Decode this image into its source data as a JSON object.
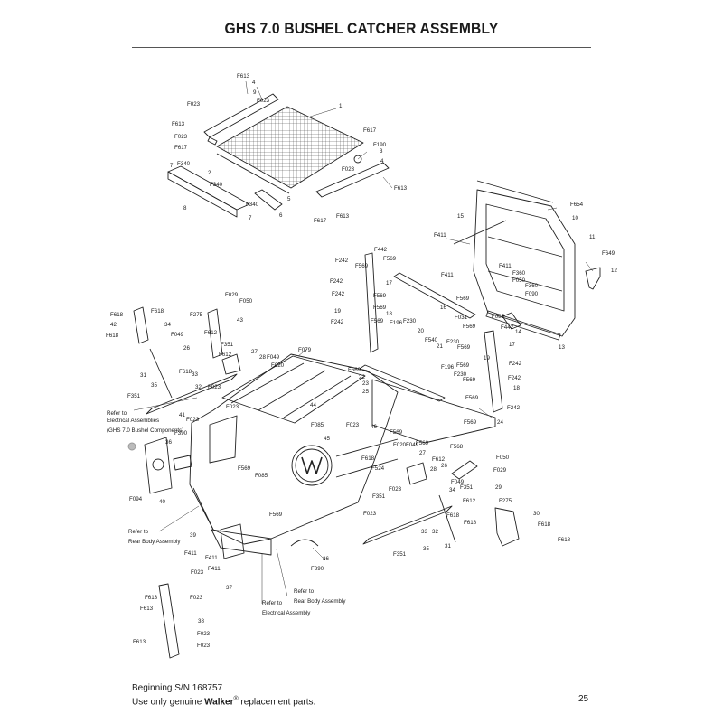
{
  "title": "GHS 7.0 BUSHEL CATCHER ASSEMBLY",
  "footer": {
    "serial": "Beginning S/N 168757",
    "note_prefix": "Use only genuine ",
    "brand": "Walker",
    "reg": "®",
    "note_suffix": " replacement parts.",
    "page": "25"
  },
  "callouts": [
    {
      "id": "c1",
      "text": "F613"
    },
    {
      "id": "c2",
      "text": "4"
    },
    {
      "id": "c3",
      "text": "9"
    },
    {
      "id": "c4",
      "text": "F023"
    },
    {
      "id": "c5",
      "text": "1"
    },
    {
      "id": "c6",
      "text": "F023"
    },
    {
      "id": "c7",
      "text": "F613"
    },
    {
      "id": "c8",
      "text": "F617"
    },
    {
      "id": "c9",
      "text": "F023"
    },
    {
      "id": "c10",
      "text": "F617"
    },
    {
      "id": "c11",
      "text": "F190"
    },
    {
      "id": "c12",
      "text": "3"
    },
    {
      "id": "c13",
      "text": "F023"
    },
    {
      "id": "c14",
      "text": "4"
    },
    {
      "id": "c15",
      "text": "7"
    },
    {
      "id": "c16",
      "text": "F340"
    },
    {
      "id": "c17",
      "text": "2"
    },
    {
      "id": "c18",
      "text": "F340"
    },
    {
      "id": "c19",
      "text": "5"
    },
    {
      "id": "c20",
      "text": "F613"
    },
    {
      "id": "c21",
      "text": "8"
    },
    {
      "id": "c22",
      "text": "F340"
    },
    {
      "id": "c23",
      "text": "6"
    },
    {
      "id": "c24",
      "text": "7"
    },
    {
      "id": "c25",
      "text": "F617"
    },
    {
      "id": "c26",
      "text": "F613"
    },
    {
      "id": "c27",
      "text": "F654"
    },
    {
      "id": "c28",
      "text": "10"
    },
    {
      "id": "c29",
      "text": "15"
    },
    {
      "id": "c30",
      "text": "F411"
    },
    {
      "id": "c31",
      "text": "11"
    },
    {
      "id": "c32",
      "text": "F649"
    },
    {
      "id": "c33",
      "text": "12"
    },
    {
      "id": "c34",
      "text": "F411"
    },
    {
      "id": "c35",
      "text": "F360"
    },
    {
      "id": "c36",
      "text": "F050"
    },
    {
      "id": "c37",
      "text": "F360"
    },
    {
      "id": "c38",
      "text": "F090"
    },
    {
      "id": "c39",
      "text": "F411"
    },
    {
      "id": "c40",
      "text": "F569"
    },
    {
      "id": "c41",
      "text": "F085"
    },
    {
      "id": "c42",
      "text": "13"
    },
    {
      "id": "c43",
      "text": "F442"
    },
    {
      "id": "c44",
      "text": "F242"
    },
    {
      "id": "c45",
      "text": "F569"
    },
    {
      "id": "c46",
      "text": "F569"
    },
    {
      "id": "c47",
      "text": "17"
    },
    {
      "id": "c48",
      "text": "F242"
    },
    {
      "id": "c49",
      "text": "F242"
    },
    {
      "id": "c50",
      "text": "F569"
    },
    {
      "id": "c51",
      "text": "16"
    },
    {
      "id": "c52",
      "text": "19"
    },
    {
      "id": "c53",
      "text": "F569"
    },
    {
      "id": "c54",
      "text": "18"
    },
    {
      "id": "c55",
      "text": "F242"
    },
    {
      "id": "c56",
      "text": "F569"
    },
    {
      "id": "c57",
      "text": "F196"
    },
    {
      "id": "c58",
      "text": "F230"
    },
    {
      "id": "c59",
      "text": "F031"
    },
    {
      "id": "c60",
      "text": "F569"
    },
    {
      "id": "c61",
      "text": "F442"
    },
    {
      "id": "c62",
      "text": "14"
    },
    {
      "id": "c63",
      "text": "20"
    },
    {
      "id": "c64",
      "text": "F540"
    },
    {
      "id": "c65",
      "text": "F230"
    },
    {
      "id": "c66",
      "text": "21"
    },
    {
      "id": "c67",
      "text": "F569"
    },
    {
      "id": "c68",
      "text": "17"
    },
    {
      "id": "c69",
      "text": "19"
    },
    {
      "id": "c70",
      "text": "F242"
    },
    {
      "id": "c71",
      "text": "F569"
    },
    {
      "id": "c72",
      "text": "F569"
    },
    {
      "id": "c73",
      "text": "22"
    },
    {
      "id": "c74",
      "text": "F196"
    },
    {
      "id": "c75",
      "text": "F230"
    },
    {
      "id": "c76",
      "text": "F569"
    },
    {
      "id": "c77",
      "text": "F242"
    },
    {
      "id": "c78",
      "text": "23"
    },
    {
      "id": "c79",
      "text": "18"
    },
    {
      "id": "c80",
      "text": "25"
    },
    {
      "id": "c81",
      "text": "F569"
    },
    {
      "id": "c82",
      "text": "F242"
    },
    {
      "id": "c83",
      "text": "F569"
    },
    {
      "id": "c84",
      "text": "24"
    },
    {
      "id": "c85",
      "text": "F029"
    },
    {
      "id": "c86",
      "text": "F050"
    },
    {
      "id": "c87",
      "text": "F618"
    },
    {
      "id": "c88",
      "text": "F618"
    },
    {
      "id": "c89",
      "text": "42"
    },
    {
      "id": "c90",
      "text": "F618"
    },
    {
      "id": "c91",
      "text": "34"
    },
    {
      "id": "c92",
      "text": "F275"
    },
    {
      "id": "c93",
      "text": "43"
    },
    {
      "id": "c94",
      "text": "F049"
    },
    {
      "id": "c95",
      "text": "26"
    },
    {
      "id": "c96",
      "text": "F612"
    },
    {
      "id": "c97",
      "text": "F351"
    },
    {
      "id": "c98",
      "text": "F612"
    },
    {
      "id": "c99",
      "text": "27"
    },
    {
      "id": "c100",
      "text": "28"
    },
    {
      "id": "c101",
      "text": "F049"
    },
    {
      "id": "c102",
      "text": "F020"
    },
    {
      "id": "c103",
      "text": "F079"
    },
    {
      "id": "c104",
      "text": "31"
    },
    {
      "id": "c105",
      "text": "F618"
    },
    {
      "id": "c106",
      "text": "33"
    },
    {
      "id": "c107",
      "text": "32"
    },
    {
      "id": "c108",
      "text": "35"
    },
    {
      "id": "c109",
      "text": "F023"
    },
    {
      "id": "c110",
      "text": "F351"
    },
    {
      "id": "c111",
      "text": "41"
    },
    {
      "id": "c112",
      "text": "F023"
    },
    {
      "id": "c113",
      "text": "44"
    },
    {
      "id": "c114",
      "text": "F023"
    },
    {
      "id": "c115",
      "text": "Refer to"
    },
    {
      "id": "c116",
      "text": "Electrical Assemblies"
    },
    {
      "id": "c117",
      "text": "(GHS 7.0 Bushel Components)"
    },
    {
      "id": "c118",
      "text": "F085"
    },
    {
      "id": "c119",
      "text": "F023"
    },
    {
      "id": "c120",
      "text": "46"
    },
    {
      "id": "c121",
      "text": "45"
    },
    {
      "id": "c122",
      "text": "36"
    },
    {
      "id": "c123",
      "text": "F390"
    },
    {
      "id": "c124",
      "text": "F569"
    },
    {
      "id": "c125",
      "text": "F618"
    },
    {
      "id": "c126",
      "text": "F524"
    },
    {
      "id": "c127",
      "text": "F085"
    },
    {
      "id": "c128",
      "text": "F094"
    },
    {
      "id": "c129",
      "text": "40"
    },
    {
      "id": "c130",
      "text": "F569"
    },
    {
      "id": "c131",
      "text": "F568"
    },
    {
      "id": "c132",
      "text": "F569"
    },
    {
      "id": "c133",
      "text": "F020"
    },
    {
      "id": "c134",
      "text": "F049"
    },
    {
      "id": "c135",
      "text": "27"
    },
    {
      "id": "c136",
      "text": "F612"
    },
    {
      "id": "c137",
      "text": "28"
    },
    {
      "id": "c138",
      "text": "26"
    },
    {
      "id": "c139",
      "text": "F050"
    },
    {
      "id": "c140",
      "text": "F029"
    },
    {
      "id": "c141",
      "text": "F023"
    },
    {
      "id": "c142",
      "text": "F049"
    },
    {
      "id": "c143",
      "text": "F351"
    },
    {
      "id": "c144",
      "text": "29"
    },
    {
      "id": "c145",
      "text": "34"
    },
    {
      "id": "c146",
      "text": "F612"
    },
    {
      "id": "c147",
      "text": "F275"
    },
    {
      "id": "c148",
      "text": "F351"
    },
    {
      "id": "c149",
      "text": "F023"
    },
    {
      "id": "c150",
      "text": "F618"
    },
    {
      "id": "c151",
      "text": "30"
    },
    {
      "id": "c152",
      "text": "F618"
    },
    {
      "id": "c153",
      "text": "F569"
    },
    {
      "id": "c154",
      "text": "39"
    },
    {
      "id": "c155",
      "text": "Refer to"
    },
    {
      "id": "c156",
      "text": "Rear Body Assembly"
    },
    {
      "id": "c157",
      "text": "F411"
    },
    {
      "id": "c158",
      "text": "F411"
    },
    {
      "id": "c159",
      "text": "F411"
    },
    {
      "id": "c160",
      "text": "37"
    },
    {
      "id": "c161",
      "text": "33"
    },
    {
      "id": "c162",
      "text": "32"
    },
    {
      "id": "c163",
      "text": "31"
    },
    {
      "id": "c164",
      "text": "F618"
    },
    {
      "id": "c165",
      "text": "F618"
    },
    {
      "id": "c166",
      "text": "35"
    },
    {
      "id": "c167",
      "text": "F351"
    },
    {
      "id": "c168",
      "text": "36"
    },
    {
      "id": "c169",
      "text": "F390"
    },
    {
      "id": "c170",
      "text": "Refer to"
    },
    {
      "id": "c171",
      "text": "Rear Body Assembly"
    },
    {
      "id": "c172",
      "text": "Refer to"
    },
    {
      "id": "c173",
      "text": "Electrical Assembly"
    },
    {
      "id": "c174",
      "text": "F023"
    },
    {
      "id": "c175",
      "text": "F613"
    },
    {
      "id": "c176",
      "text": "F023"
    },
    {
      "id": "c177",
      "text": "F613"
    },
    {
      "id": "c178",
      "text": "38"
    },
    {
      "id": "c179",
      "text": "F023"
    },
    {
      "id": "c180",
      "text": "F613"
    },
    {
      "id": "c181",
      "text": "F023"
    }
  ]
}
